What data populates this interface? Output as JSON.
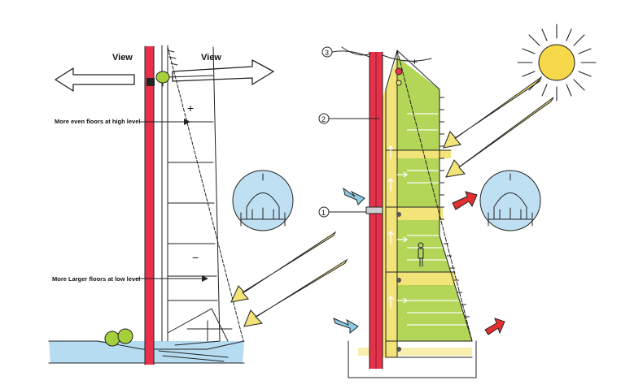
{
  "labels": {
    "view_left": "View",
    "view_right": "View",
    "annotation_high": "More even floors at high level",
    "annotation_low": "More Larger floors at low level",
    "plus": "+",
    "minus": "−"
  },
  "callouts": [
    "1",
    "2",
    "3"
  ],
  "colors": {
    "core_red": "#e8304a",
    "yellow": "#f3e479",
    "green": "#a6cf3c",
    "sun": "#f7d84a",
    "sky_blue": "#bfe0f2",
    "water": "#a9d6ee",
    "arrow_red": "#e23030",
    "arrow_blue": "#8ecbe6",
    "ink": "#222222"
  },
  "icons": [
    "sun-icon",
    "dome-icon",
    "tree-icon",
    "person-icon"
  ]
}
